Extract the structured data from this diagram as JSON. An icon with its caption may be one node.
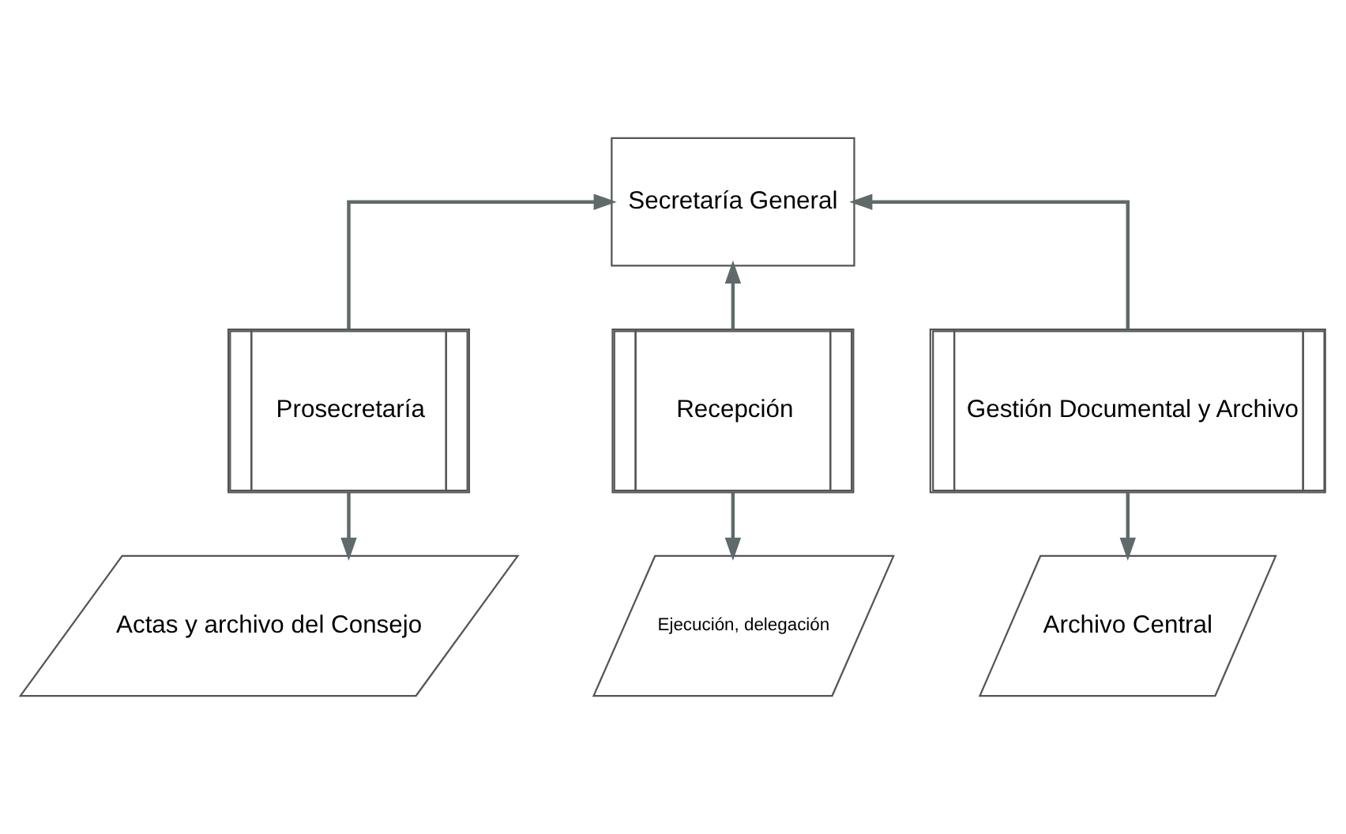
{
  "diagram": {
    "nodes": [
      {
        "text": [
          "Secretaría General"
        ]
      },
      {
        "text": [
          "Prosecretaría"
        ]
      },
      {
        "text": [
          "Recepción"
        ]
      },
      {
        "text": [
          "Gestión Documental y Archivo"
        ]
      },
      {
        "text": [
          "Actas y archivo del Consejo"
        ]
      },
      {
        "text": [
          "Ejecución, delegación"
        ]
      },
      {
        "text": [
          "Archivo Central"
        ]
      }
    ],
    "edges": [
      {
        "from": 1,
        "to": 0,
        "arrow": "to"
      },
      {
        "from": 2,
        "to": 0,
        "arrow": "to"
      },
      {
        "from": 3,
        "to": 0,
        "arrow": "to"
      },
      {
        "from": 1,
        "to": 4,
        "arrow": "to"
      },
      {
        "from": 2,
        "to": 5,
        "arrow": "to"
      },
      {
        "from": 3,
        "to": 6,
        "arrow": "to"
      }
    ]
  }
}
